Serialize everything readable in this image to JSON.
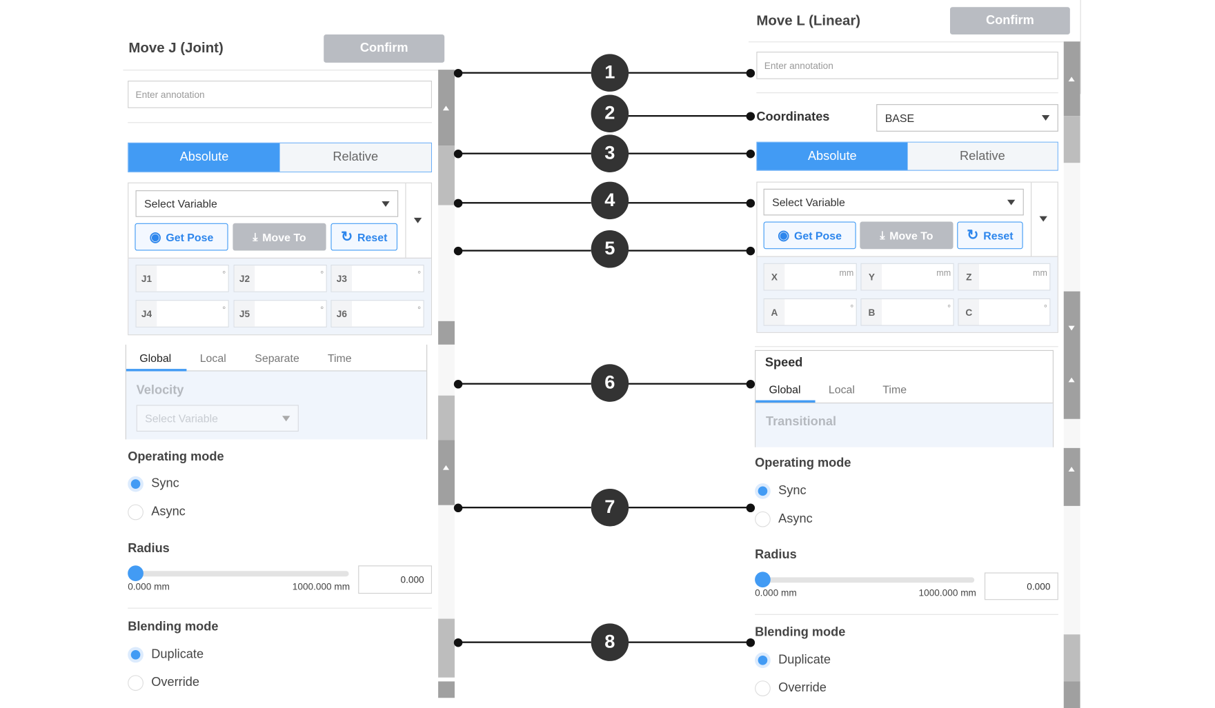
{
  "colors": {
    "accent": "#429bf4",
    "disabled_button": "#b9bcc2",
    "callout": "#333333"
  },
  "move_j": {
    "title": "Move J (Joint)",
    "confirm": "Confirm",
    "annotation_placeholder": "Enter annotation",
    "mode_tabs": [
      "Absolute",
      "Relative"
    ],
    "active_mode": "Absolute",
    "variable_select": "Select Variable",
    "buttons": {
      "get_pose": "Get Pose",
      "move_to": "Move To",
      "reset": "Reset"
    },
    "joints": [
      {
        "label": "J1",
        "unit": "°"
      },
      {
        "label": "J2",
        "unit": "°"
      },
      {
        "label": "J3",
        "unit": "°"
      },
      {
        "label": "J4",
        "unit": "°"
      },
      {
        "label": "J5",
        "unit": "°"
      },
      {
        "label": "J6",
        "unit": "°"
      }
    ],
    "speed_tabs": [
      "Global",
      "Local",
      "Separate",
      "Time"
    ],
    "active_speed_tab": "Global",
    "velocity_label": "Velocity",
    "velocity_select": "Select Variable",
    "operating_mode": {
      "label": "Operating mode",
      "options": [
        "Sync",
        "Async"
      ],
      "selected": "Sync"
    },
    "radius": {
      "label": "Radius",
      "min_label": "0.000 mm",
      "max_label": "1000.000 mm",
      "value": "0.000",
      "fraction": 0
    },
    "blending_mode": {
      "label": "Blending mode",
      "options": [
        "Duplicate",
        "Override"
      ],
      "selected": "Duplicate"
    }
  },
  "move_l": {
    "title": "Move L (Linear)",
    "confirm": "Confirm",
    "annotation_placeholder": "Enter annotation",
    "coordinates_label": "Coordinates",
    "coordinates_value": "BASE",
    "mode_tabs": [
      "Absolute",
      "Relative"
    ],
    "active_mode": "Absolute",
    "variable_select": "Select Variable",
    "buttons": {
      "get_pose": "Get Pose",
      "move_to": "Move To",
      "reset": "Reset"
    },
    "axes": [
      {
        "label": "X",
        "unit": "mm"
      },
      {
        "label": "Y",
        "unit": "mm"
      },
      {
        "label": "Z",
        "unit": "mm"
      },
      {
        "label": "A",
        "unit": "°"
      },
      {
        "label": "B",
        "unit": "°"
      },
      {
        "label": "C",
        "unit": "°"
      }
    ],
    "speed_label": "Speed",
    "speed_tabs": [
      "Global",
      "Local",
      "Time"
    ],
    "active_speed_tab": "Global",
    "transitional_label": "Transitional",
    "operating_mode": {
      "label": "Operating mode",
      "options": [
        "Sync",
        "Async"
      ],
      "selected": "Sync"
    },
    "radius": {
      "label": "Radius",
      "min_label": "0.000 mm",
      "max_label": "1000.000 mm",
      "value": "0.000",
      "fraction": 0
    },
    "blending_mode": {
      "label": "Blending mode",
      "options": [
        "Duplicate",
        "Override"
      ],
      "selected": "Duplicate"
    }
  },
  "callouts": [
    "1",
    "2",
    "3",
    "4",
    "5",
    "6",
    "7",
    "8"
  ]
}
